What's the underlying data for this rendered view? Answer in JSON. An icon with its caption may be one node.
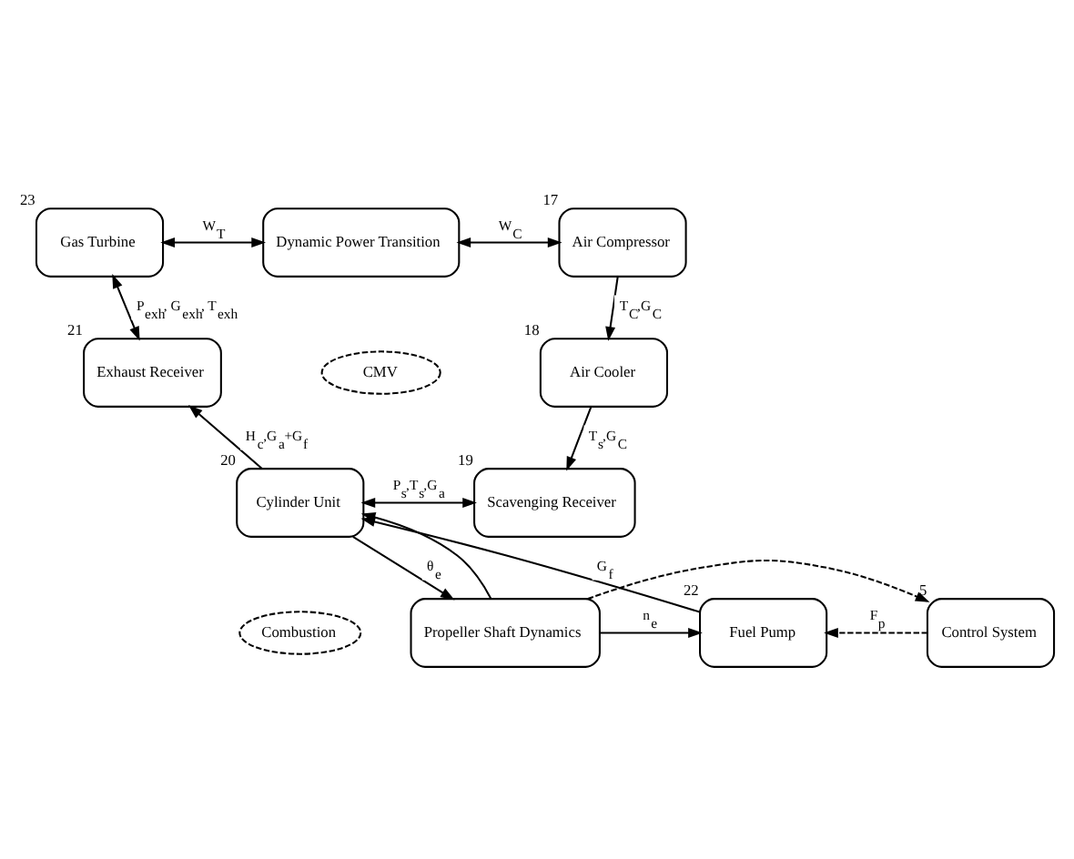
{
  "diagram": {
    "nodes": [
      {
        "text": [
          "Gas Turbine"
        ],
        "beside": [
          "23"
        ]
      },
      {
        "text": [
          "Dynamic Power Transition"
        ]
      },
      {
        "text": [
          "Air Compressor"
        ],
        "beside": [
          "17"
        ]
      },
      {
        "text": [
          "Exhaust Receiver"
        ],
        "beside": [
          "21"
        ]
      },
      {
        "text": [
          "CMV"
        ]
      },
      {
        "text": [
          "Air Cooler"
        ],
        "beside": [
          "18"
        ]
      },
      {
        "text": [
          "Cylinder Unit"
        ],
        "beside": [
          "20"
        ]
      },
      {
        "text": [
          "Scavenging Receiver"
        ],
        "beside": [
          "19"
        ]
      },
      {
        "text": [
          "Combustion"
        ]
      },
      {
        "text": [
          "Propeller Shaft Dynamics"
        ]
      },
      {
        "text": [
          "Fuel Pump"
        ],
        "beside": [
          "22"
        ]
      },
      {
        "text": [
          "Control System"
        ],
        "beside": [
          "5"
        ]
      }
    ],
    "edges": [
      {
        "from": 0,
        "to": 1,
        "arrow": "both",
        "label": "W$_{T}$"
      },
      {
        "from": 1,
        "to": 2,
        "arrow": "both",
        "label": "W$_{C}$"
      },
      {
        "from": 0,
        "to": 3,
        "arrow": "both",
        "label": "P$_{exh}$, G$_{exh}$, T$_{exh}$"
      },
      {
        "from": 2,
        "to": 5,
        "arrow": "to",
        "label": "T$_{C}$,G$_{C}$"
      },
      {
        "from": 5,
        "to": 7,
        "arrow": "to",
        "label": "T$_{s}$,G$_{C}$"
      },
      {
        "from": 6,
        "to": 3,
        "arrow": "to",
        "label": "H$_{c}$,G$_{a}$+G$_{f}$"
      },
      {
        "from": 6,
        "to": 9,
        "arrow": "to",
        "label": "θ$_{e}$"
      },
      {
        "from": 6,
        "to": 7,
        "arrow": "both",
        "label": "P$_{s}$,T$_{s}$,G$_{a}$"
      },
      {
        "from": 9,
        "to": 10,
        "arrow": "to",
        "label": "n$_{e}$"
      },
      {
        "from": 9,
        "to": 6,
        "arrow": "to"
      },
      {
        "from": 9,
        "to": 11,
        "arrow": "to",
        "style": "dashed"
      },
      {
        "from": 10,
        "to": 6,
        "arrow": "to",
        "label": "G$_{f}$"
      },
      {
        "from": 11,
        "to": 10,
        "arrow": "to",
        "style": "dashed",
        "label": "F$_{p}$"
      }
    ]
  }
}
